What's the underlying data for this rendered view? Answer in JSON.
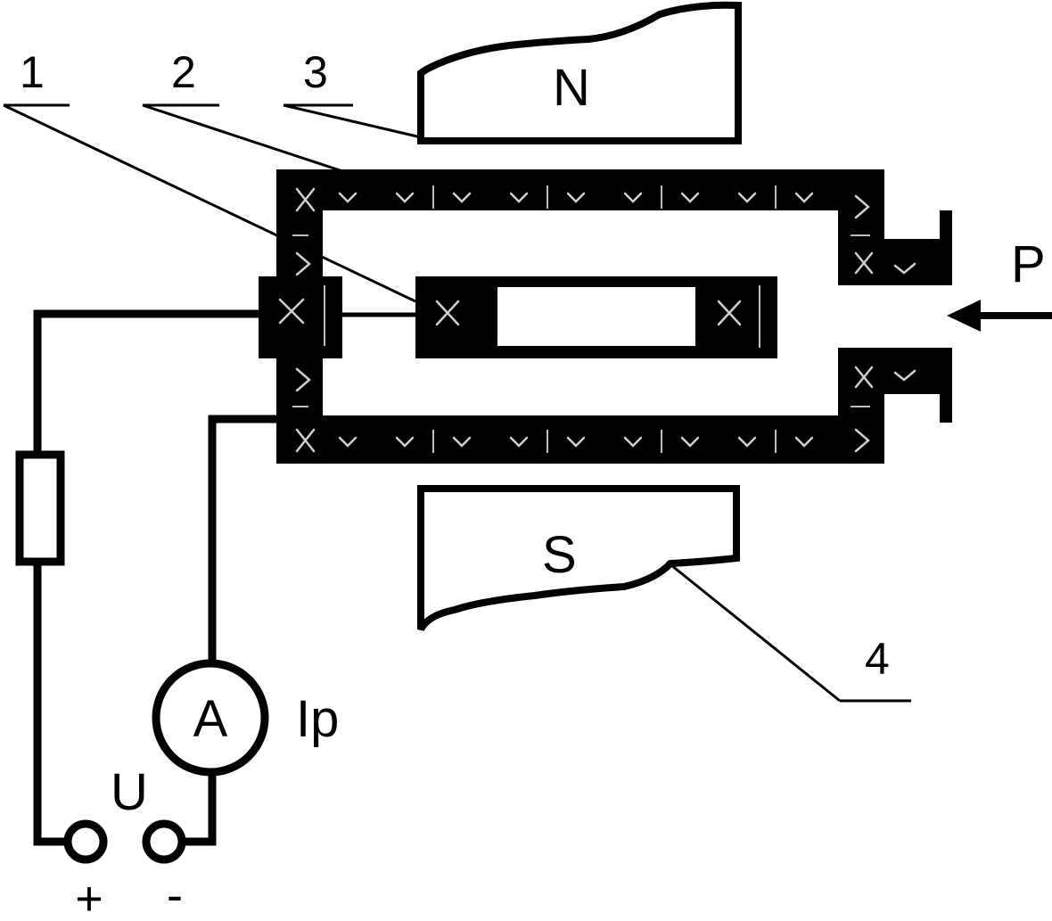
{
  "labels": {
    "callout_1": "1",
    "callout_2": "2",
    "callout_3": "3",
    "callout_4": "4",
    "magnet_north": "N",
    "magnet_south": "S",
    "pressure": "P",
    "ammeter": "A",
    "current": "Ip",
    "voltage": "U",
    "terminal_plus": "+",
    "terminal_minus": "-"
  },
  "colors": {
    "ink": "#000000",
    "background": "#ffffff",
    "marks": "#cfcfcf"
  }
}
